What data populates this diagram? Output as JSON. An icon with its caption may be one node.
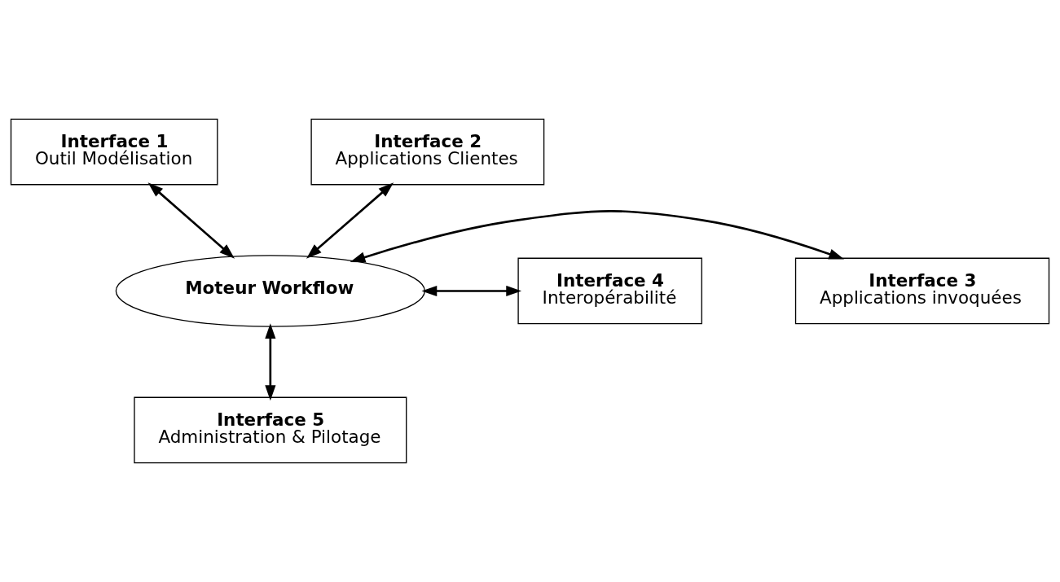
{
  "diagram": {
    "nodes": [
      {
        "text": [
          "Interface 1",
          "Outil Modélisation"
        ]
      },
      {
        "text": [
          "Interface 2",
          "Applications Clientes"
        ]
      },
      {
        "text": [
          "Moteur Workflow"
        ]
      },
      {
        "text": [
          "Interface 3",
          "Applications invoquées"
        ]
      },
      {
        "text": [
          "Interface 4",
          "Interopérabilité"
        ]
      },
      {
        "text": [
          "Interface 5",
          "Administration & Pilotage"
        ]
      }
    ],
    "edges": [
      {
        "from": 0,
        "to": 2,
        "arrow": "both"
      },
      {
        "from": 1,
        "to": 2,
        "arrow": "both"
      },
      {
        "from": 2,
        "to": 3,
        "arrow": "both"
      },
      {
        "from": 2,
        "to": 4,
        "arrow": "both"
      },
      {
        "from": 2,
        "to": 5,
        "arrow": "both"
      }
    ]
  }
}
